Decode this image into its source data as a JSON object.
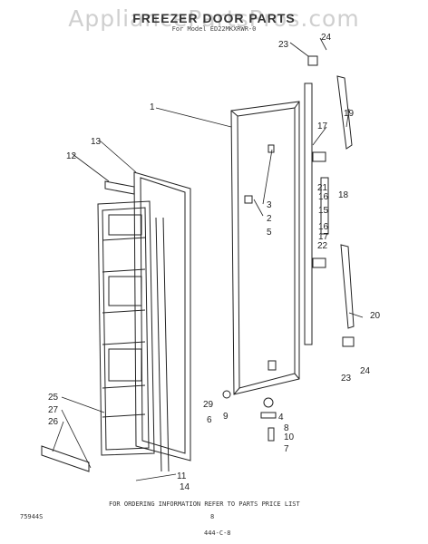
{
  "watermark": "AppliancePartsPros.com",
  "title": "FREEZER DOOR PARTS",
  "subtitle": "For Model ED22MKXRWR-0",
  "callouts": [
    "1",
    "2",
    "3",
    "4",
    "5",
    "6",
    "7",
    "8",
    "9",
    "10",
    "11",
    "12",
    "13",
    "14",
    "15",
    "16",
    "16",
    "17",
    "17",
    "18",
    "19",
    "20",
    "21",
    "22",
    "23",
    "23",
    "24",
    "24",
    "25",
    "26",
    "27",
    "29"
  ],
  "footer": {
    "instruction": "FOR ORDERING INFORMATION REFER TO PARTS PRICE LIST",
    "left_code": "75944S",
    "page": "8",
    "bottom_code": "444-C-8"
  }
}
